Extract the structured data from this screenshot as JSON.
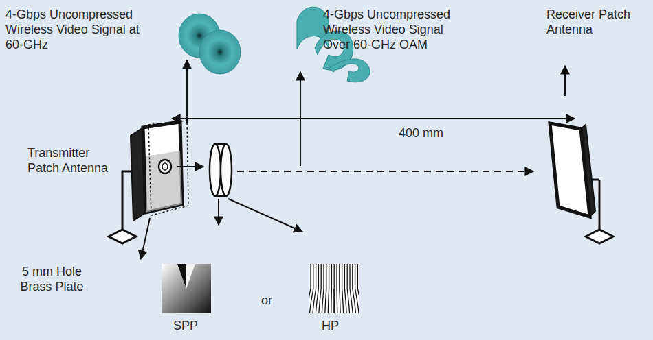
{
  "diagram": {
    "labels": [
      "4-Gbps Uncompressed Wireless Video Signal at 60-GHz",
      "4-Gbps Uncompressed Wireless Video Signal Over 60-GHz OAM",
      "Receiver Patch Antenna",
      "400 mm",
      "Transmitter Patch Antenna",
      "5 mm Hole Brass Plate",
      "SPP",
      "or",
      "HP"
    ]
  }
}
